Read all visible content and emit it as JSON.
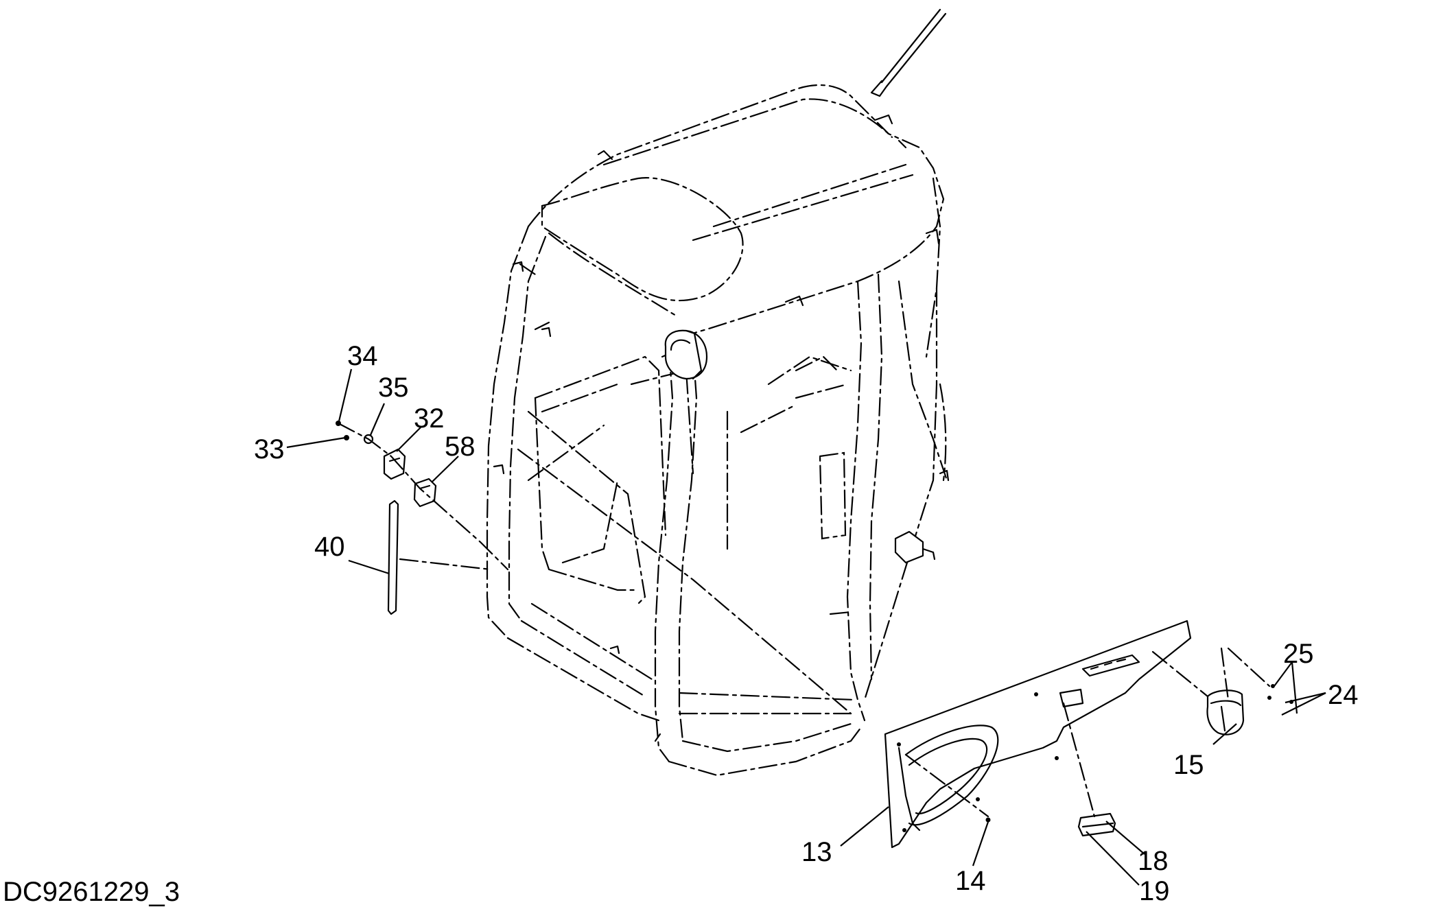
{
  "diagram": {
    "document_id": "DC9261229_3",
    "callouts": {
      "c34": "34",
      "c35": "35",
      "c32": "32",
      "c33": "33",
      "c58": "58",
      "c40": "40",
      "c25": "25",
      "c24": "24",
      "c15": "15",
      "c13": "13",
      "c14": "14",
      "c18": "18",
      "c19": "19"
    }
  }
}
